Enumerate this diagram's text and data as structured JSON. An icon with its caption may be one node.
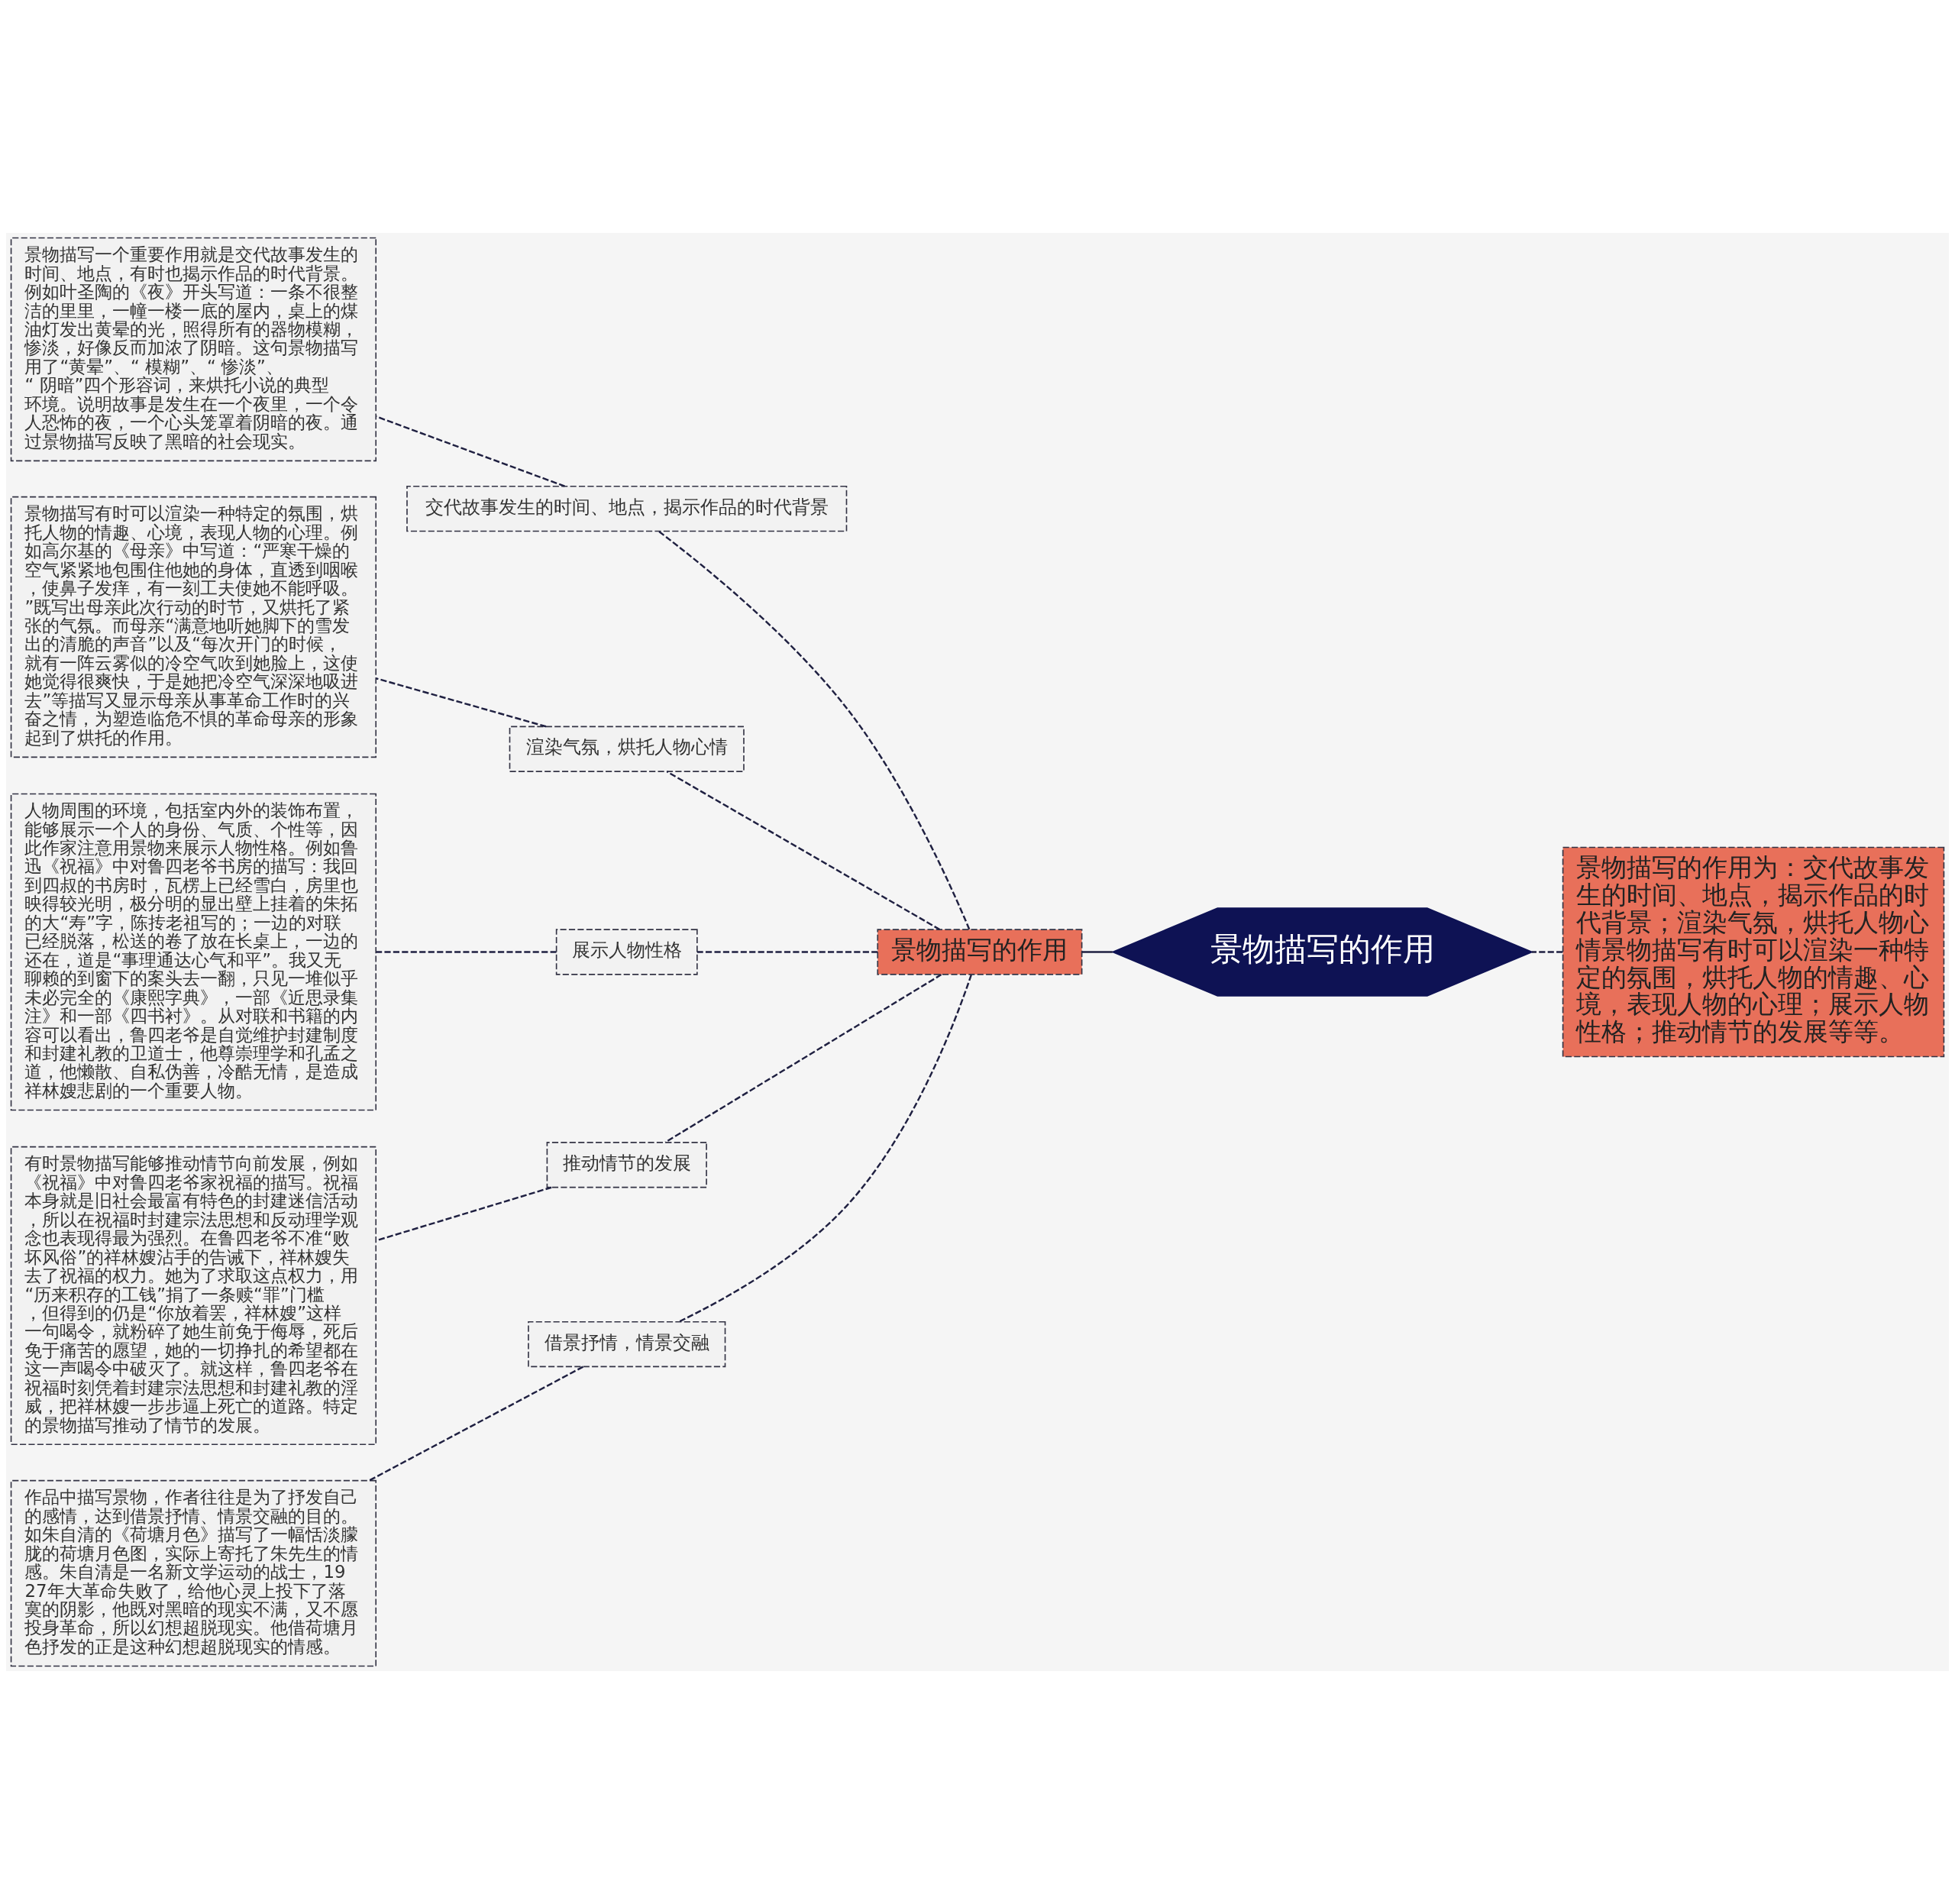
{
  "diagram": {
    "nodes": [
      {
        "text": [
          "景物描写的作用"
        ]
      },
      {
        "text": [
          "景物描写的作用"
        ]
      },
      {
        "text": [
          "景物描写的作用为：交代故事发生的时间、地点，揭示作品的时代背景；渲染气氛，烘托人物心情景物描写有时可以渲染一种特定的氛围，烘托人物的情趣、心境，表现人物的心理；展示人物性格；推动情节的发展等等。"
        ]
      },
      {
        "text": [
          "交代故事发生的时间、地点，揭示作品的时代背景"
        ]
      },
      {
        "text": [
          "渲染气氛，烘托人物心情"
        ]
      },
      {
        "text": [
          "展示人物性格"
        ]
      },
      {
        "text": [
          "推动情节的发展"
        ]
      },
      {
        "text": [
          "借景抒情，情景交融"
        ]
      },
      {
        "text": [
          "景物描写一个重要作用就是交代故事发生的时间、地点，有时也揭示作品的时代背景。例如叶圣陶的《夜》开头写道：一条不很整洁的里里，一幢一楼一底的屋内，桌上的煤油灯发出黄晕的光，照得所有的器物模糊，惨淡，好像反而加浓了阴暗。这句景物描写用了“黄晕”、“ 模糊”、“ 惨淡”、“ 阴暗”四个形容词，来烘托小说的典型环境。说明故事是发生在一个夜里，一个令人恐怖的夜，一个心头笼罩着阴暗的夜。通过景物描写反映了黑暗的社会现实。"
        ]
      },
      {
        "text": [
          "景物描写有时可以渲染一种特定的氛围，烘托人物的情趣、心境，表现人物的心理。例如高尔基的《母亲》中写道：“严寒干燥的空气紧紧地包围住他她的身体，直透到咽喉，使鼻子发痒，有一刻工夫使她不能呼吸。”既写出母亲此次行动的时节，又烘托了紧张的气氛。而母亲“满意地听她脚下的雪发出的清脆的声音”以及“每次开门的时候，就有一阵云雾似的冷空气吹到她脸上，这使她觉得很爽快，于是她把冷空气深深地吸进去”等描写又显示母亲从事革命工作时的兴奋之情，为塑造临危不惧的革命母亲的形象起到了烘托的作用。"
        ]
      },
      {
        "text": [
          "人物周围的环境，包括室内外的装饰布置，能够展示一个人的身份、气质、个性等，因此作家注意用景物来展示人物性格。例如鲁迅《祝福》中对鲁四老爷书房的描写：我回到四叔的书房时，瓦楞上已经雪白，房里也映得较光明，极分明的显出壁上挂着的朱拓的大“寿”字，陈抟老祖写的；一边的对联已经脱落，松送的卷了放在长桌上，一边的还在，道是“事理通达心气和平”。我又无聊赖的到窗下的案头去一翻，只见一堆似乎未必完全的《康熙字典》，一部《近思录集注》和一部《四书衬》。从对联和书籍的内容可以看出，鲁四老爷是自觉维护封建制度和封建礼教的卫道士，他尊崇理学和孔孟之道，他懒散、自私伪善，冷酷无情，是造成祥林嫂悲剧的一个重要人物。"
        ]
      },
      {
        "text": [
          "有时景物描写能够推动情节向前发展，例如《祝福》中对鲁四老爷家祝福的描写。祝福本身就是旧社会最富有特色的封建迷信活动，所以在祝福时封建宗法思想和反动理学观念也表现得最为强烈。在鲁四老爷不准“败坏风俗”的祥林嫂沾手的告诫下，祥林嫂失去了祝福的权力。她为了求取这点权力，用“历来积存的工钱”捐了一条赎“罪”门槛，但得到的仍是“你放着罢，祥林嫂”这样一句喝令，就粉碎了她生前免于侮辱，死后免于痛苦的愿望，她的一切挣扎的希望都在这一声喝令中破灭了。就这样，鲁四老爷在祝福时刻凭着封建宗法思想和封建礼教的淫威，把祥林嫂一步步逼上死亡的道路。特定的景物描写推动了情节的发展。"
        ]
      },
      {
        "text": [
          "作品中描写景物，作者往往是为了抒发自己的感情，达到借景抒情、情景交融的目的。如朱自清的《荷塘月色》描写了一幅恬淡朦胧的荷塘月色图，实际上寄托了朱先生的情感。朱自清是一名新文学运动的战士，1927年大革命失败了，给他心灵上投下了落寞的阴影，他既对黑暗的现实不满，又不愿投身革命，所以幻想超脱现实。他借荷塘月色抒发的正是这种幻想超脱现实的情感。"
        ]
      }
    ],
    "edges": [
      {
        "from": 2,
        "to": 0,
        "arrow": "none",
        "style": "dashed"
      },
      {
        "from": 0,
        "to": 1,
        "arrow": "none"
      },
      {
        "from": 1,
        "to": 3,
        "arrow": "none",
        "style": "dashed"
      },
      {
        "from": 1,
        "to": 4,
        "arrow": "none",
        "style": "dashed"
      },
      {
        "from": 1,
        "to": 5,
        "arrow": "none",
        "style": "dashed"
      },
      {
        "from": 1,
        "to": 6,
        "arrow": "none",
        "style": "dashed"
      },
      {
        "from": 1,
        "to": 7,
        "arrow": "none",
        "style": "dashed"
      },
      {
        "from": 3,
        "to": 8,
        "arrow": "none",
        "style": "dashed"
      },
      {
        "from": 4,
        "to": 9,
        "arrow": "none",
        "style": "dashed"
      },
      {
        "from": 5,
        "to": 10,
        "arrow": "none",
        "style": "dashed"
      },
      {
        "from": 6,
        "to": 11,
        "arrow": "none",
        "style": "dashed"
      },
      {
        "from": 7,
        "to": 12,
        "arrow": "none",
        "style": "dashed"
      }
    ]
  }
}
